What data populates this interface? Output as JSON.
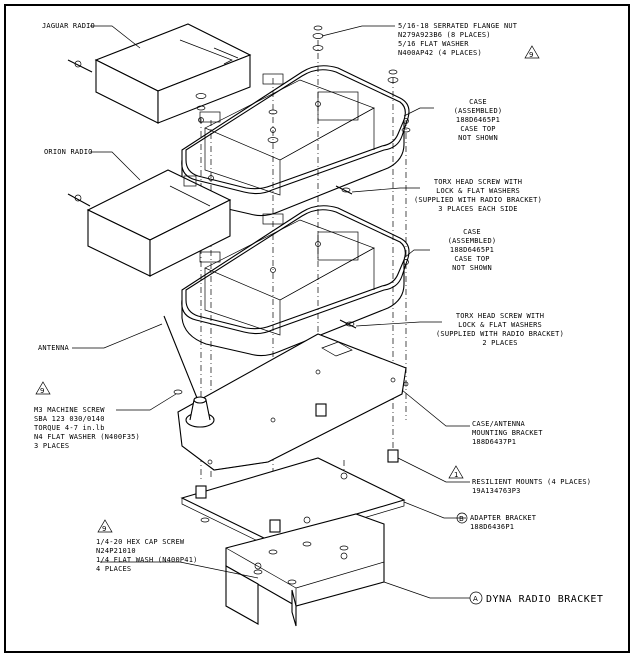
{
  "labels": {
    "jaguar": "JAGUAR RADIO",
    "orion": "ORION RADIO",
    "antenna": "ANTENNA",
    "nut": [
      "5/16-18 SERRATED FLANGE NUT",
      "N279A923B6 (8 PLACES)",
      "5/16 FLAT WASHER",
      "N400AP42 (4 PLACES)"
    ],
    "nut_ref": "9",
    "case1": [
      "CASE",
      "(ASSEMBLED)",
      "188D6465P1",
      "CASE TOP",
      "NOT SHOWN"
    ],
    "torx1": [
      "TORX HEAD SCREW WITH",
      "LOCK & FLAT WASHERS",
      "(SUPPLIED WITH RADIO BRACKET)",
      "3 PLACES EACH SIDE"
    ],
    "case2": [
      "CASE",
      "(ASSEMBLED)",
      "188D6465P1",
      "CASE TOP",
      "NOT SHOWN"
    ],
    "torx2": [
      "TORX HEAD SCREW WITH",
      "LOCK & FLAT WASHERS",
      "(SUPPLIED WITH RADIO BRACKET)",
      "2 PLACES"
    ],
    "m3": [
      "M3 MACHINE SCREW",
      "SBA 123 030/0140",
      "TORQUE 4-7 in.lb",
      "N4 FLAT WASHER (N400F35)",
      "3 PLACES"
    ],
    "m3_ref": "9",
    "case_antenna": [
      "CASE/ANTENNA",
      "MOUNTING BRACKET",
      "188D6437P1"
    ],
    "resilient": [
      "RESILIENT MOUNTS (4 PLACES)",
      "19A134763P3"
    ],
    "resilient_ref": "1",
    "adapter": [
      "ADAPTER BRACKET",
      "188D6436P1"
    ],
    "adapter_ref": "B",
    "hexcap": [
      "1/4-20 HEX CAP SCREW",
      "N24P21010",
      "1/4 FLAT WASH (N400P41)",
      "4 PLACES"
    ],
    "hexcap_ref": "9",
    "title_ref": "A",
    "title": "DYNA RADIO BRACKET"
  }
}
